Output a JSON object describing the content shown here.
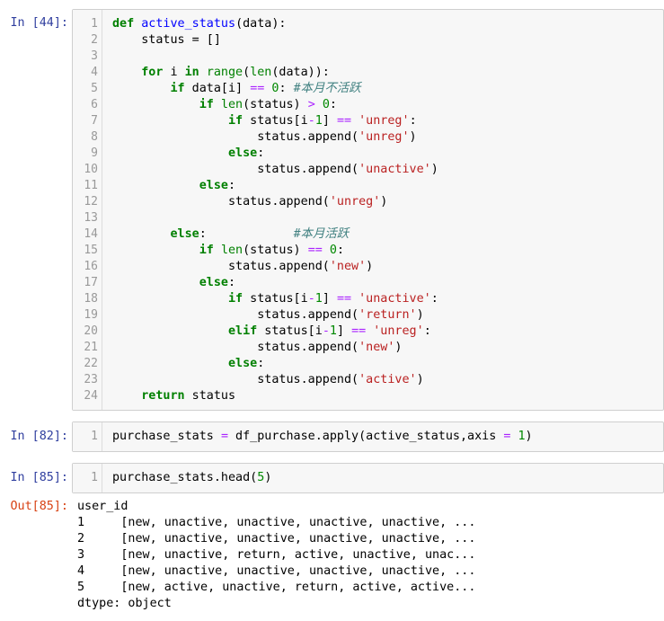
{
  "cells": [
    {
      "prompt": "In  [44]:",
      "lines": [
        [
          [
            "def",
            "kw"
          ],
          [
            " ",
            ""
          ],
          [
            "active_status",
            "def"
          ],
          [
            "(data):",
            ""
          ]
        ],
        [
          [
            "    status = []",
            ""
          ]
        ],
        [
          [
            "",
            ""
          ]
        ],
        [
          [
            "    ",
            ""
          ],
          [
            "for",
            "kw"
          ],
          [
            " i ",
            ""
          ],
          [
            "in",
            "kw"
          ],
          [
            " ",
            ""
          ],
          [
            "range",
            "bi"
          ],
          [
            "(",
            ""
          ],
          [
            "len",
            "bi"
          ],
          [
            "(data)):",
            ""
          ]
        ],
        [
          [
            "        ",
            ""
          ],
          [
            "if",
            "kw"
          ],
          [
            " data[i] ",
            ""
          ],
          [
            "==",
            "op"
          ],
          [
            " ",
            ""
          ],
          [
            "0",
            "num"
          ],
          [
            ": ",
            ""
          ],
          [
            "#本月不活跃",
            "cm"
          ]
        ],
        [
          [
            "            ",
            ""
          ],
          [
            "if",
            "kw"
          ],
          [
            " ",
            ""
          ],
          [
            "len",
            "bi"
          ],
          [
            "(status) ",
            ""
          ],
          [
            ">",
            "op"
          ],
          [
            " ",
            ""
          ],
          [
            "0",
            "num"
          ],
          [
            ":",
            ""
          ]
        ],
        [
          [
            "                ",
            ""
          ],
          [
            "if",
            "kw"
          ],
          [
            " status[i",
            ""
          ],
          [
            "-",
            "op"
          ],
          [
            "1",
            "num"
          ],
          [
            "] ",
            ""
          ],
          [
            "==",
            "op"
          ],
          [
            " ",
            ""
          ],
          [
            "'unreg'",
            "str"
          ],
          [
            ":",
            ""
          ]
        ],
        [
          [
            "                    status.append(",
            ""
          ],
          [
            "'unreg'",
            "str"
          ],
          [
            ")",
            ""
          ]
        ],
        [
          [
            "                ",
            ""
          ],
          [
            "else",
            "kw"
          ],
          [
            ":",
            ""
          ]
        ],
        [
          [
            "                    status.append(",
            ""
          ],
          [
            "'unactive'",
            "str"
          ],
          [
            ")",
            ""
          ]
        ],
        [
          [
            "            ",
            ""
          ],
          [
            "else",
            "kw"
          ],
          [
            ":",
            ""
          ]
        ],
        [
          [
            "                status.append(",
            ""
          ],
          [
            "'unreg'",
            "str"
          ],
          [
            ")",
            ""
          ]
        ],
        [
          [
            "",
            ""
          ]
        ],
        [
          [
            "        ",
            ""
          ],
          [
            "else",
            "kw"
          ],
          [
            ":            ",
            ""
          ],
          [
            "#本月活跃",
            "cm"
          ]
        ],
        [
          [
            "            ",
            ""
          ],
          [
            "if",
            "kw"
          ],
          [
            " ",
            ""
          ],
          [
            "len",
            "bi"
          ],
          [
            "(status) ",
            ""
          ],
          [
            "==",
            "op"
          ],
          [
            " ",
            ""
          ],
          [
            "0",
            "num"
          ],
          [
            ":",
            ""
          ]
        ],
        [
          [
            "                status.append(",
            ""
          ],
          [
            "'new'",
            "str"
          ],
          [
            ")",
            ""
          ]
        ],
        [
          [
            "            ",
            ""
          ],
          [
            "else",
            "kw"
          ],
          [
            ":",
            ""
          ]
        ],
        [
          [
            "                ",
            ""
          ],
          [
            "if",
            "kw"
          ],
          [
            " status[i",
            ""
          ],
          [
            "-",
            "op"
          ],
          [
            "1",
            "num"
          ],
          [
            "] ",
            ""
          ],
          [
            "==",
            "op"
          ],
          [
            " ",
            ""
          ],
          [
            "'unactive'",
            "str"
          ],
          [
            ":",
            ""
          ]
        ],
        [
          [
            "                    status.append(",
            ""
          ],
          [
            "'return'",
            "str"
          ],
          [
            ")",
            ""
          ]
        ],
        [
          [
            "                ",
            ""
          ],
          [
            "elif",
            "kw"
          ],
          [
            " status[i",
            ""
          ],
          [
            "-",
            "op"
          ],
          [
            "1",
            "num"
          ],
          [
            "] ",
            ""
          ],
          [
            "==",
            "op"
          ],
          [
            " ",
            ""
          ],
          [
            "'unreg'",
            "str"
          ],
          [
            ":",
            ""
          ]
        ],
        [
          [
            "                    status.append(",
            ""
          ],
          [
            "'new'",
            "str"
          ],
          [
            ")",
            ""
          ]
        ],
        [
          [
            "                ",
            ""
          ],
          [
            "else",
            "kw"
          ],
          [
            ":",
            ""
          ]
        ],
        [
          [
            "                    status.append(",
            ""
          ],
          [
            "'active'",
            "str"
          ],
          [
            ")",
            ""
          ]
        ],
        [
          [
            "    ",
            ""
          ],
          [
            "return",
            "kw"
          ],
          [
            " status",
            ""
          ]
        ]
      ]
    },
    {
      "prompt": "In  [82]:",
      "lines": [
        [
          [
            "purchase_stats ",
            ""
          ],
          [
            "=",
            "op"
          ],
          [
            " df_purchase.apply(active_status,axis ",
            ""
          ],
          [
            "=",
            "op"
          ],
          [
            " ",
            ""
          ],
          [
            "1",
            "num"
          ],
          [
            ")",
            ""
          ]
        ]
      ]
    },
    {
      "prompt": "In  [85]:",
      "lines": [
        [
          [
            "purchase_stats.head(",
            ""
          ],
          [
            "5",
            "num"
          ],
          [
            ")",
            ""
          ]
        ]
      ]
    }
  ],
  "output": {
    "prompt": "Out[85]:",
    "lines": [
      "user_id",
      "1     [new, unactive, unactive, unactive, unactive, ...",
      "2     [new, unactive, unactive, unactive, unactive, ...",
      "3     [new, unactive, return, active, unactive, unac...",
      "4     [new, unactive, unactive, unactive, unactive, ...",
      "5     [new, active, unactive, return, active, active...",
      "dtype: object"
    ]
  }
}
